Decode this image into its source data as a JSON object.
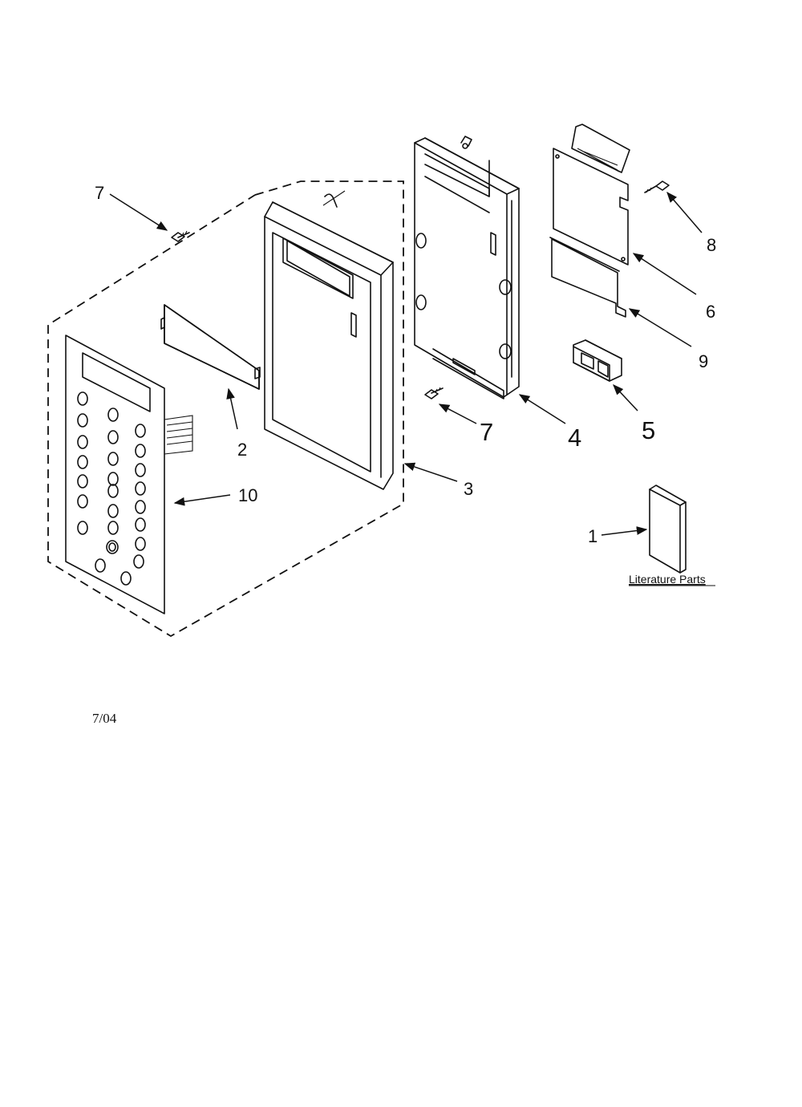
{
  "callouts": {
    "c1": "1",
    "c2": "2",
    "c3": "3",
    "c4": "4",
    "c5": "5",
    "c6": "6",
    "c7_top": "7",
    "c7_mid": "7",
    "c8": "8",
    "c9": "9",
    "c10": "10"
  },
  "literature_label": "Literature Parts",
  "date_code": "7/04"
}
